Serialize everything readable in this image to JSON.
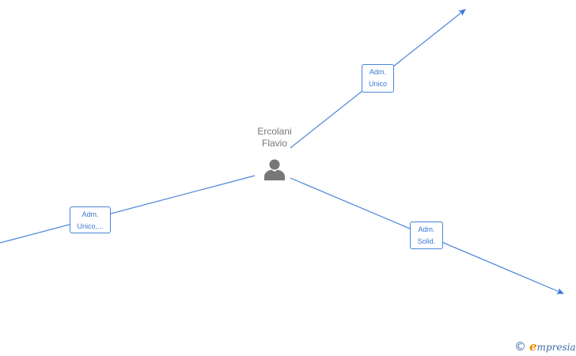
{
  "diagram": {
    "type": "relationship-graph",
    "center_person": {
      "name_line1": "Ercolani",
      "name_line2": "Flavio",
      "icon": "person-icon",
      "icon_color": "#777777"
    },
    "edge_color": "#4a86d8",
    "edges": [
      {
        "direction": "top-right",
        "label_line1": "Adm.",
        "label_line2": "Unico",
        "arrow": true
      },
      {
        "direction": "left",
        "label_line1": "Adm.",
        "label_line2": "Unico,...",
        "arrow": false
      },
      {
        "direction": "bottom-right",
        "label_line1": "Adm.",
        "label_line2": "Solid.",
        "arrow": true
      }
    ]
  },
  "watermark": {
    "copyright_symbol": "©",
    "brand_first_letter": "e",
    "brand_rest": "mpresia",
    "brand_accent_color": "#f08a00",
    "brand_color": "#3a6ea5"
  }
}
